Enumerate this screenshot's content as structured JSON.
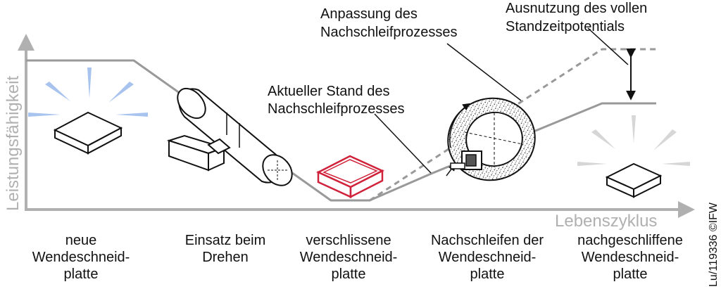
{
  "axes": {
    "y_label": "Leistungsfähigkeit",
    "x_label": "Lebenszyklus"
  },
  "annotations": {
    "adaptation": [
      "Anpassung des",
      "Nachschleifprozesses"
    ],
    "full_utilization": [
      "Ausnutzung des vollen",
      "Standzeitpotentials"
    ],
    "current_state": [
      "Aktueller Stand des",
      "Nachschleifprozesses"
    ]
  },
  "stages": [
    {
      "lines": [
        "neue",
        "Wendeschneid-",
        "platte"
      ]
    },
    {
      "lines": [
        "Einsatz beim",
        "Drehen"
      ]
    },
    {
      "lines": [
        "verschlissene",
        "Wendeschneid-",
        "platte"
      ]
    },
    {
      "lines": [
        "Nachschleifen der",
        "Wendeschneid-",
        "platte"
      ]
    },
    {
      "lines": [
        "nachgeschliffene",
        "Wendeschneid-",
        "platte"
      ]
    }
  ],
  "credit": "Lu/119336 ©IFW",
  "colors": {
    "axis": "#b0b0b0",
    "curve": "#999999",
    "dashed": "#999999",
    "rays_blue": "#a8c4ee",
    "rays_gray": "#d6d6d6",
    "worn_insert": "#d0223a",
    "line": "#111111"
  }
}
